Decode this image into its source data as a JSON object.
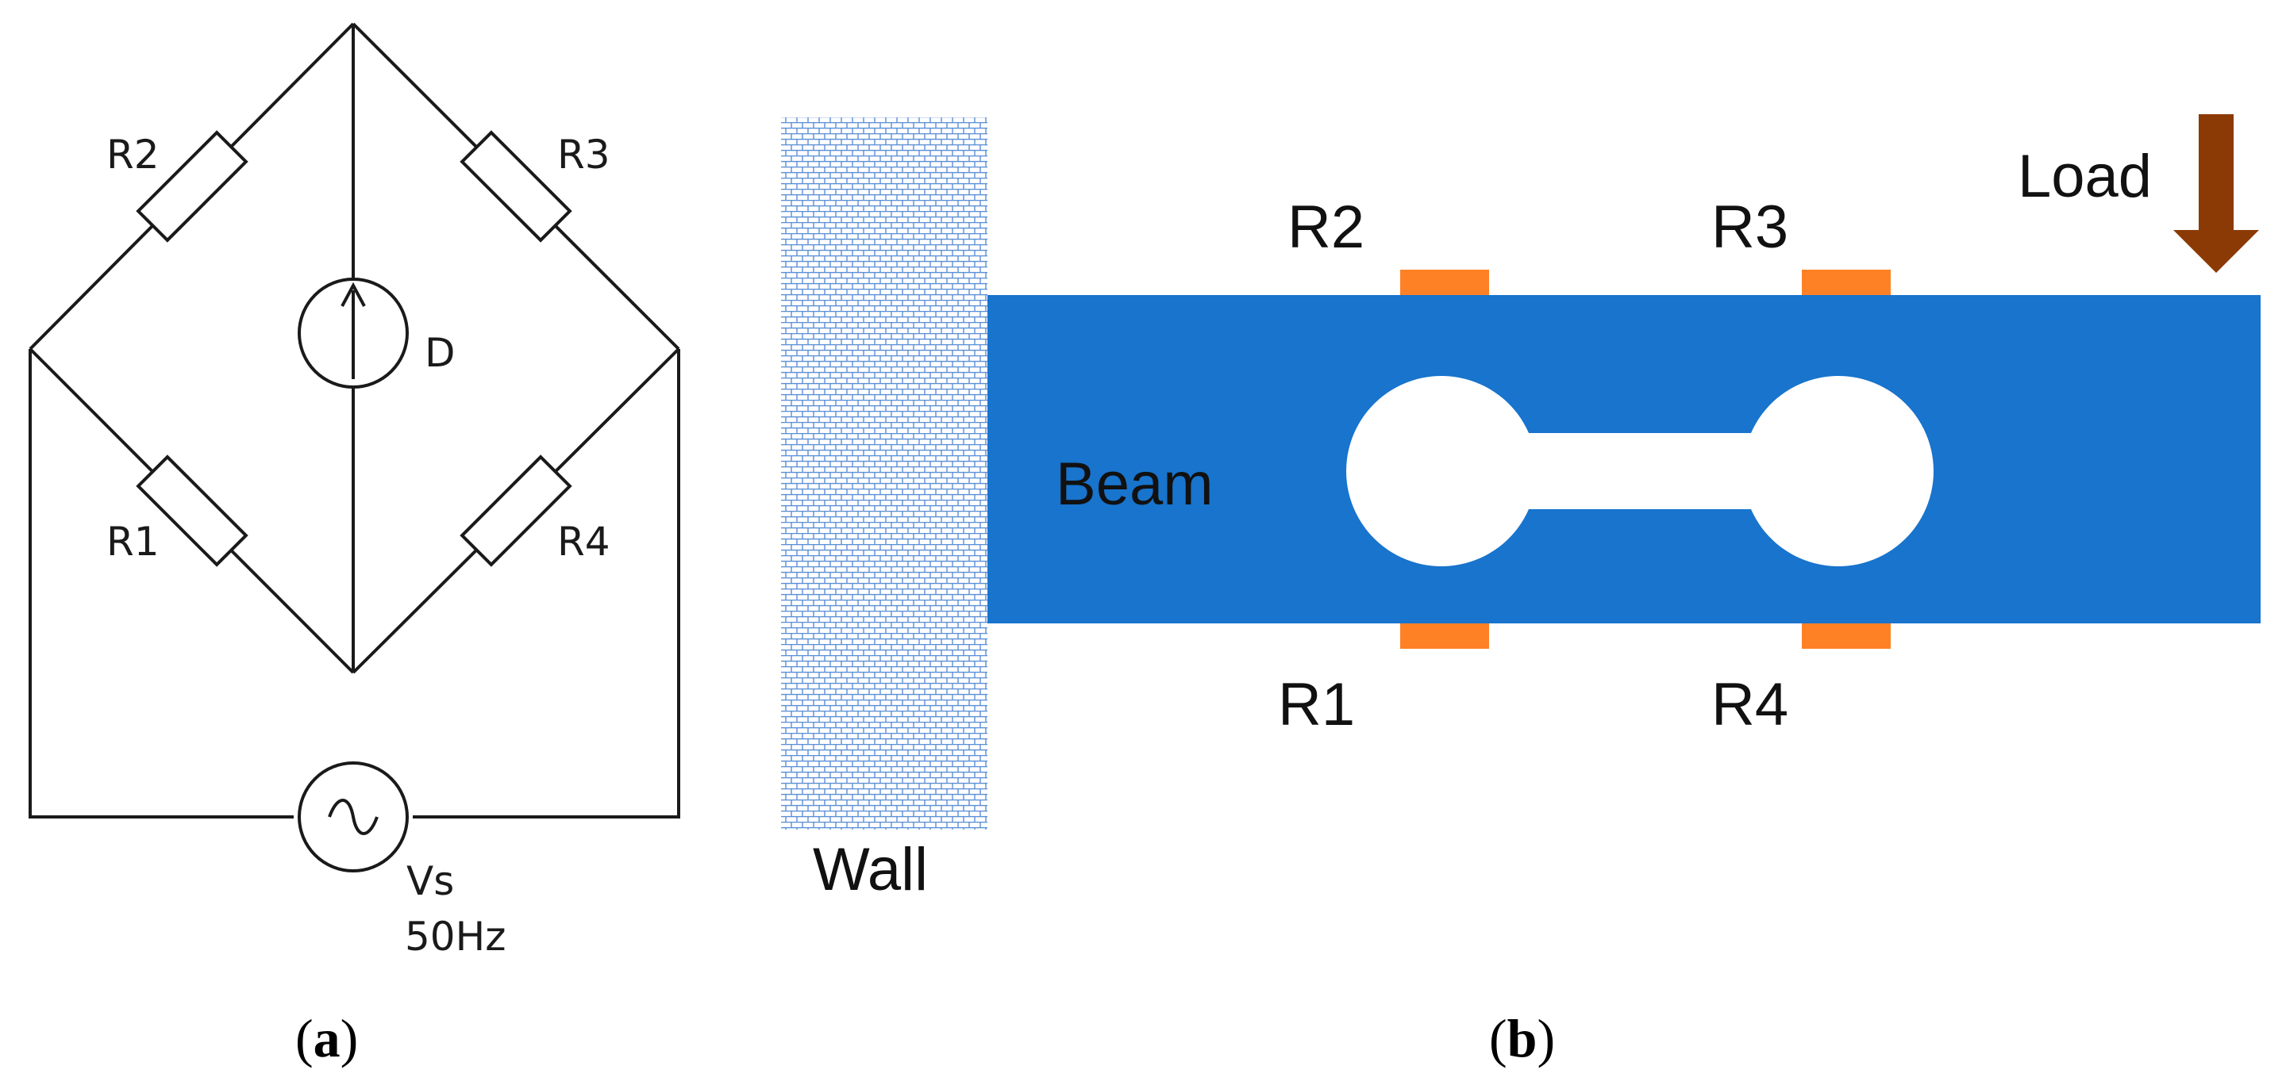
{
  "panel_a": {
    "resistors": {
      "r1": "R1",
      "r2": "R2",
      "r3": "R3",
      "r4": "R4"
    },
    "detector": "D",
    "source": {
      "name": "Vs",
      "frequency": "50Hz"
    },
    "caption": {
      "open": "(",
      "letter": "a",
      "close": ")"
    }
  },
  "panel_b": {
    "wall": "Wall",
    "beam": "Beam",
    "load": "Load",
    "gauges": {
      "r1": "R1",
      "r2": "R2",
      "r3": "R3",
      "r4": "R4"
    },
    "caption": {
      "open": "(",
      "letter": "b",
      "close": ")"
    }
  },
  "colors": {
    "beam": "#1874cd",
    "gauge": "#ff8125",
    "arrow": "#8b3a06",
    "wall_pattern": "#5b8fd6",
    "line": "#1a1a1a"
  }
}
